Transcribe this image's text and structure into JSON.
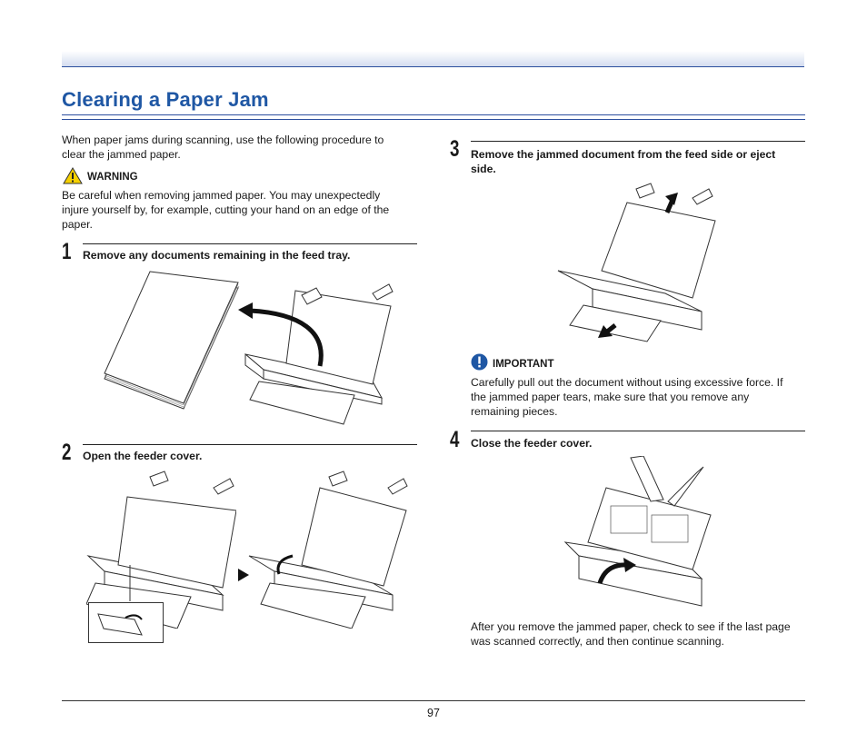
{
  "page": {
    "title": "Clearing a Paper Jam",
    "page_number": "97"
  },
  "intro": {
    "line1": "When paper jams during scanning, use the following procedure to",
    "line2": "clear the jammed paper."
  },
  "warning": {
    "label": "WARNING",
    "line1": "Be careful when removing jammed paper. You may unexpectedly",
    "line2": "injure yourself by, for example, cutting your hand on an edge of the",
    "line3": "paper."
  },
  "steps": [
    {
      "number": "1",
      "text": "Remove any documents remaining in the feed tray."
    },
    {
      "number": "2",
      "text": "Open the feeder cover."
    },
    {
      "number": "3",
      "line1": "Remove the jammed document from the feed side or eject",
      "line2": "side."
    },
    {
      "number": "4",
      "text": "Close the feeder cover."
    }
  ],
  "important": {
    "label": "IMPORTANT",
    "line1": "Carefully pull out the document without using excessive force. If",
    "line2": "the jammed paper tears, make sure that you remove any",
    "line3": "remaining pieces."
  },
  "closing": {
    "line1": "After you remove the jammed paper, check to see if the last page",
    "line2": "was scanned correctly, and then continue scanning."
  },
  "icons": {
    "warning": "warning-triangle-icon",
    "important": "exclamation-circle-icon",
    "arrow": "next-arrow-icon"
  },
  "colors": {
    "title": "#1f57a4",
    "rule": "#2d4f9e",
    "warning_fill": "#f5d000",
    "important_fill": "#1f57a4"
  }
}
